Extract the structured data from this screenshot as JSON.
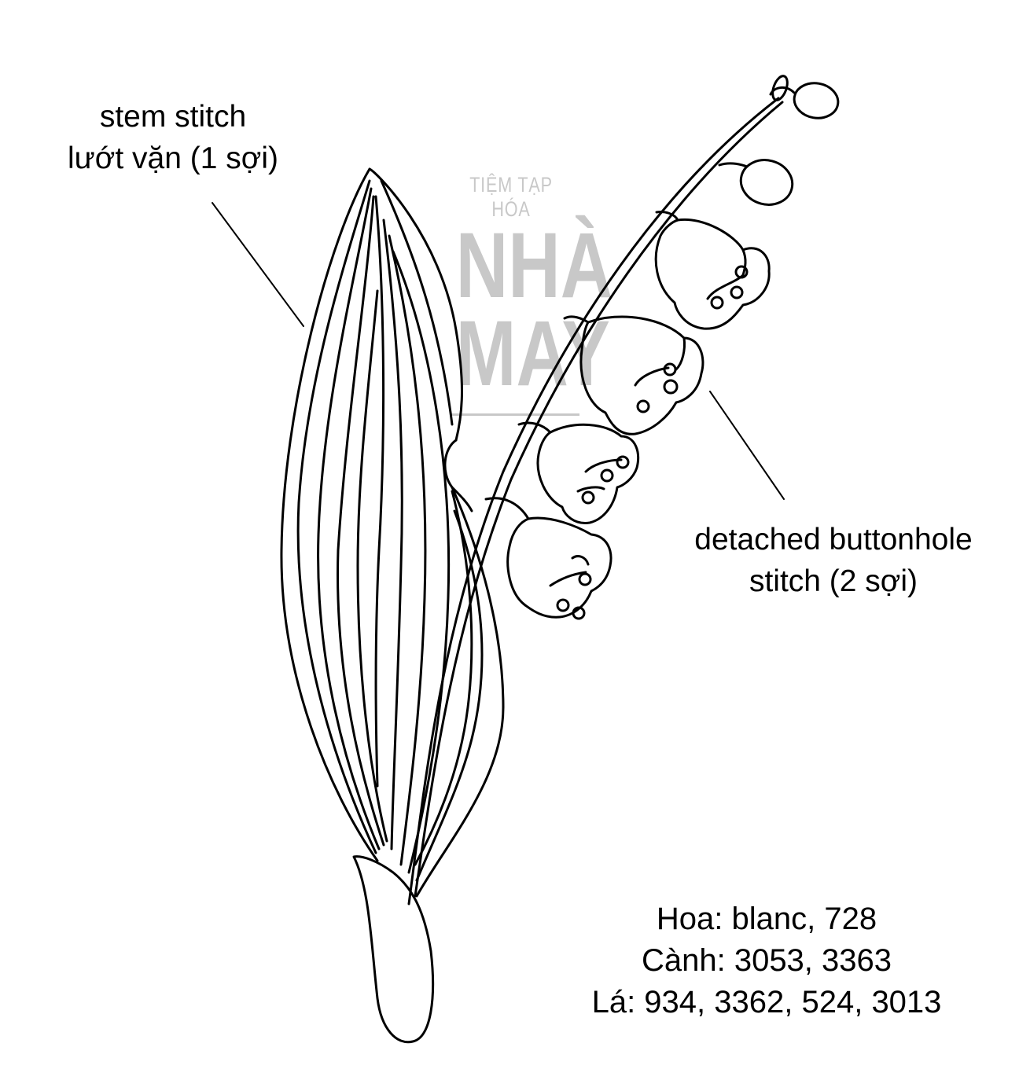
{
  "watermark": {
    "top_line": "TIỆM TẠP HÓA",
    "line1": "NHÀ",
    "line2": "MAY"
  },
  "labels": {
    "stem_stitch": {
      "line1": "stem stitch",
      "line2": "lướt vặn (1 sợi)"
    },
    "buttonhole": {
      "line1": "detached buttonhole",
      "line2": "stitch (2 sợi)"
    },
    "threads": {
      "line1": "Hoa: blanc, 728",
      "line2": "Cành: 3053, 3363",
      "line3": "Lá: 934, 3362, 524, 3013"
    }
  },
  "colors": {
    "line": "#000000",
    "watermark": "#c8c8c8",
    "background": "#ffffff"
  }
}
